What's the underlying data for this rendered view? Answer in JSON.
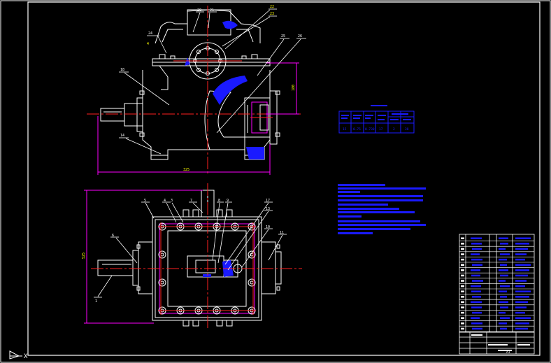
{
  "colors": {
    "background": "#000000",
    "outline": "#ffffff",
    "centerline": "#ff2020",
    "dimension": "#ff00ff",
    "leader": "#ffff00",
    "highlight": "#0000ff",
    "hatch": "#1a1aff"
  },
  "ucs": {
    "x_axis": "X"
  },
  "front_view": {
    "part_numbers": [
      "20",
      "21",
      "22",
      "23",
      "24",
      "25",
      "26",
      "18",
      "14",
      "4"
    ],
    "dimensions": {
      "overall_width": "325",
      "height": "180"
    }
  },
  "plan_view": {
    "part_numbers": [
      "5",
      "4",
      "3",
      "7",
      "8",
      "9",
      "17",
      "13",
      "10",
      "11",
      "6",
      "1"
    ],
    "dimensions": {
      "overall_length": "525"
    }
  },
  "spec_table": {
    "values": [
      "15",
      "0.75",
      "0.730",
      "17",
      "2",
      "38"
    ]
  },
  "title_block": {
    "drawing_code": "A3"
  }
}
